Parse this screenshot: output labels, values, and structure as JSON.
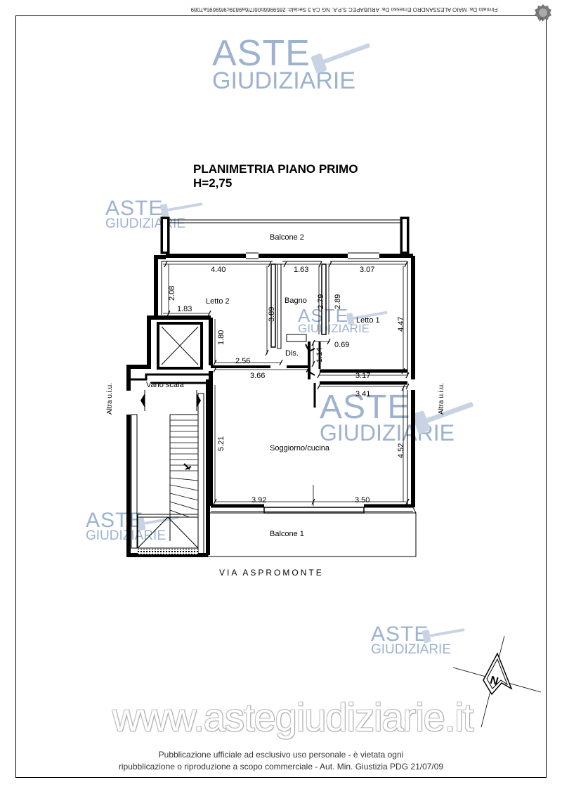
{
  "document": {
    "signature_line": "Firmato Da: MAIO ALESSANDRO Emesso Da: ARUBAPEC S.P.A. NG CA 3 Serial#: 2859966b06f7f6a9839c9f69695a7089",
    "title_line1": "PLANIMETRIA PIANO PRIMO",
    "title_line2": "H=2,75",
    "street": "VIA ASPROMONTE",
    "website": "www.astegiudiziarie.it",
    "footer_line1": "Pubblicazione ufficiale ad esclusivo uso personale - è vietata ogni",
    "footer_line2": "ripubblicazione o riproduzione a scopo commerciale - Aut. Min. Giustizia PDG 21/07/09"
  },
  "watermark": {
    "line1": "ASTE",
    "line2": "GIUDIZIARIE",
    "color": "#9db2cf"
  },
  "rooms": {
    "balcone2": "Balcone 2",
    "letto2": "Letto 2",
    "bagno": "Bagno",
    "letto1": "Letto 1",
    "dis": "Dis.",
    "vano_scala": "Vano scala",
    "soggiorno": "Soggiorno/cucina",
    "balcone1": "Balcone 1",
    "altra_left": "Altra u.i.u.",
    "altra_right": "Altra u.i.u."
  },
  "dimensions": {
    "d_440": "4.40",
    "d_163": "1.63",
    "d_307": "3.07",
    "d_208": "2.08",
    "d_183": "1.83",
    "d_389": "3.89",
    "d_279": "2.79",
    "d_289": "2.89",
    "d_447": "4.47",
    "d_180": "1.80",
    "d_256": "2.56",
    "d_114": "1.14",
    "d_069": "0.69",
    "d_317": "3.17",
    "d_366": "3.66",
    "d_341": "3.41",
    "d_521": "5.21",
    "d_452": "4.52",
    "d_392": "3.92",
    "d_350": "3.50"
  },
  "compass": {
    "letter": "N"
  }
}
